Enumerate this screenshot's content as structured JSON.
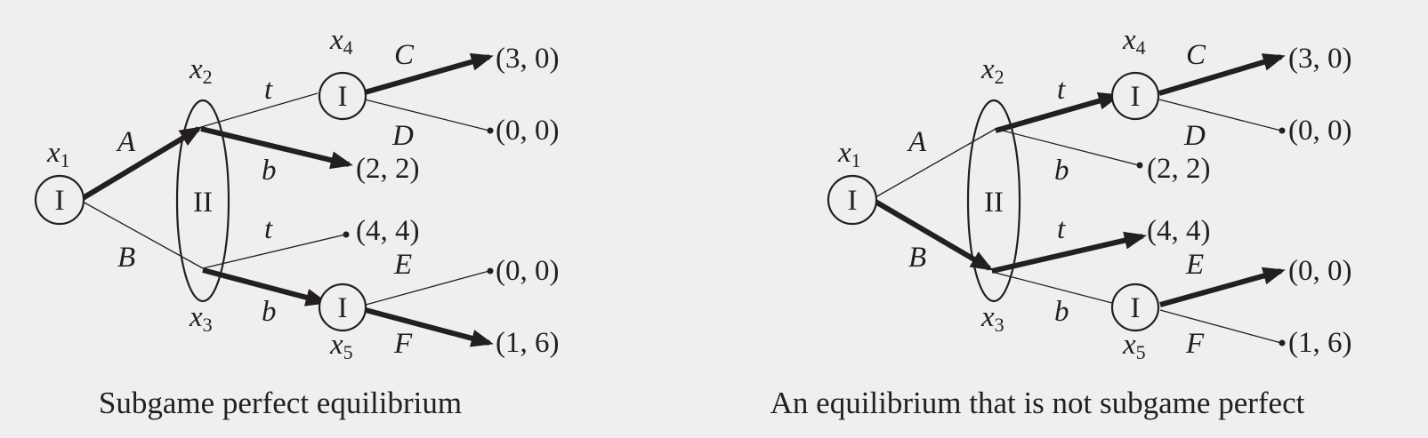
{
  "colors": {
    "background": "#efefef",
    "ink": "#231f20"
  },
  "diagrams": [
    {
      "caption": "Subgame perfect equilibrium",
      "player_one": "I",
      "player_two": "II",
      "nodes": {
        "x1": "x",
        "x2": "x",
        "x3": "x",
        "x4": "x",
        "x5": "x"
      },
      "subscripts": {
        "x1": "1",
        "x2": "2",
        "x3": "3",
        "x4": "4",
        "x5": "5"
      },
      "actions": {
        "A": "A",
        "B": "B",
        "t_upper": "t",
        "b_upper": "b",
        "t_lower": "t",
        "b_lower": "b",
        "C": "C",
        "D": "D",
        "E": "E",
        "F": "F"
      },
      "payoffs": {
        "C": "(3, 0)",
        "D": "(0, 0)",
        "b_upper": "(2, 2)",
        "t_lower": "(4, 4)",
        "E": "(0, 0)",
        "F": "(1, 6)"
      },
      "equilibrium_path": [
        "A",
        "b_upper",
        "b_lower",
        "C",
        "F"
      ]
    },
    {
      "caption": "An equilibrium that is not subgame perfect",
      "player_one": "I",
      "player_two": "II",
      "nodes": {
        "x1": "x",
        "x2": "x",
        "x3": "x",
        "x4": "x",
        "x5": "x"
      },
      "subscripts": {
        "x1": "1",
        "x2": "2",
        "x3": "3",
        "x4": "4",
        "x5": "5"
      },
      "actions": {
        "A": "A",
        "B": "B",
        "t_upper": "t",
        "b_upper": "b",
        "t_lower": "t",
        "b_lower": "b",
        "C": "C",
        "D": "D",
        "E": "E",
        "F": "F"
      },
      "payoffs": {
        "C": "(3, 0)",
        "D": "(0, 0)",
        "b_upper": "(2, 2)",
        "t_lower": "(4, 4)",
        "E": "(0, 0)",
        "F": "(1, 6)"
      },
      "equilibrium_path": [
        "B",
        "t_upper",
        "t_lower",
        "C",
        "E"
      ]
    }
  ]
}
